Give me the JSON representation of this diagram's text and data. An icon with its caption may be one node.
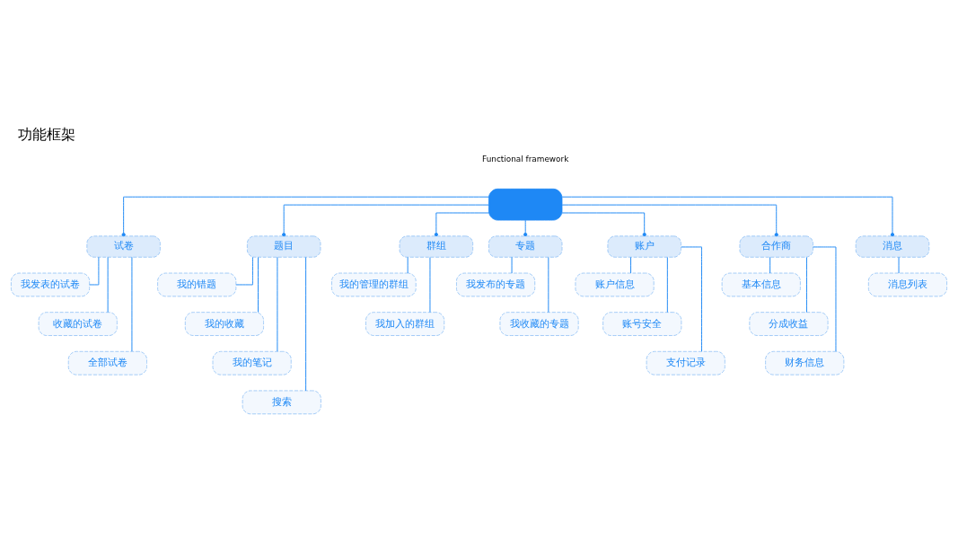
{
  "diagram": {
    "title": "功能框架",
    "nodes": [
      {
        "text": [],
        "shape": "box"
      },
      {
        "text": [
          "试卷"
        ]
      },
      {
        "text": [
          "我发表的试卷"
        ]
      },
      {
        "text": [
          "收藏的试卷"
        ]
      },
      {
        "text": [
          "全部试卷"
        ]
      },
      {
        "text": [
          "题目"
        ]
      },
      {
        "text": [
          "我的错题"
        ]
      },
      {
        "text": [
          "我的收藏"
        ]
      },
      {
        "text": [
          "我的笔记"
        ]
      },
      {
        "text": [
          "搜索"
        ]
      },
      {
        "text": [
          "群组"
        ]
      },
      {
        "text": [
          "我的管理的群组"
        ]
      },
      {
        "text": [
          "我加入的群组"
        ]
      },
      {
        "text": [
          "专题"
        ]
      },
      {
        "text": [
          "我发布的专题"
        ]
      },
      {
        "text": [
          "我收藏的专题"
        ]
      },
      {
        "text": [
          "账户"
        ]
      },
      {
        "text": [
          "账户信息"
        ]
      },
      {
        "text": [
          "账号安全"
        ]
      },
      {
        "text": [
          "支付记录"
        ]
      },
      {
        "text": [
          "合作商"
        ]
      },
      {
        "text": [
          "基本信息"
        ]
      },
      {
        "text": [
          "分成收益"
        ]
      },
      {
        "text": [
          "财务信息"
        ]
      },
      {
        "text": [
          "消息"
        ]
      },
      {
        "text": [
          "消息列表"
        ]
      }
    ],
    "edges": [
      {
        "from": 0,
        "to": 1,
        "arrow": "other"
      },
      {
        "from": 0,
        "to": 5,
        "arrow": "other"
      },
      {
        "from": 0,
        "to": 10,
        "arrow": "other"
      },
      {
        "from": 0,
        "to": 13,
        "arrow": "other"
      },
      {
        "from": 0,
        "to": 16,
        "arrow": "other"
      },
      {
        "from": 0,
        "to": 20,
        "arrow": "other"
      },
      {
        "from": 0,
        "to": 24,
        "arrow": "other"
      },
      {
        "from": 1,
        "to": 2,
        "arrow": "none"
      },
      {
        "from": 1,
        "to": 3,
        "arrow": "none"
      },
      {
        "from": 1,
        "to": 4,
        "arrow": "none"
      },
      {
        "from": 5,
        "to": 6,
        "arrow": "none"
      },
      {
        "from": 5,
        "to": 7,
        "arrow": "none"
      },
      {
        "from": 5,
        "to": 8,
        "arrow": "none"
      },
      {
        "from": 5,
        "to": 9,
        "arrow": "none"
      },
      {
        "from": 10,
        "to": 11,
        "arrow": "none"
      },
      {
        "from": 10,
        "to": 12,
        "arrow": "none"
      },
      {
        "from": 13,
        "to": 14,
        "arrow": "none"
      },
      {
        "from": 13,
        "to": 15,
        "arrow": "none"
      },
      {
        "from": 16,
        "to": 17,
        "arrow": "none"
      },
      {
        "from": 16,
        "to": 18,
        "arrow": "none"
      },
      {
        "from": 16,
        "to": 19,
        "arrow": "none"
      },
      {
        "from": 20,
        "to": 21,
        "arrow": "none"
      },
      {
        "from": 20,
        "to": 22,
        "arrow": "none"
      },
      {
        "from": 20,
        "to": 23,
        "arrow": "none"
      },
      {
        "from": 24,
        "to": 25,
        "arrow": "none"
      }
    ],
    "labels": [
      "Functional framework"
    ]
  }
}
